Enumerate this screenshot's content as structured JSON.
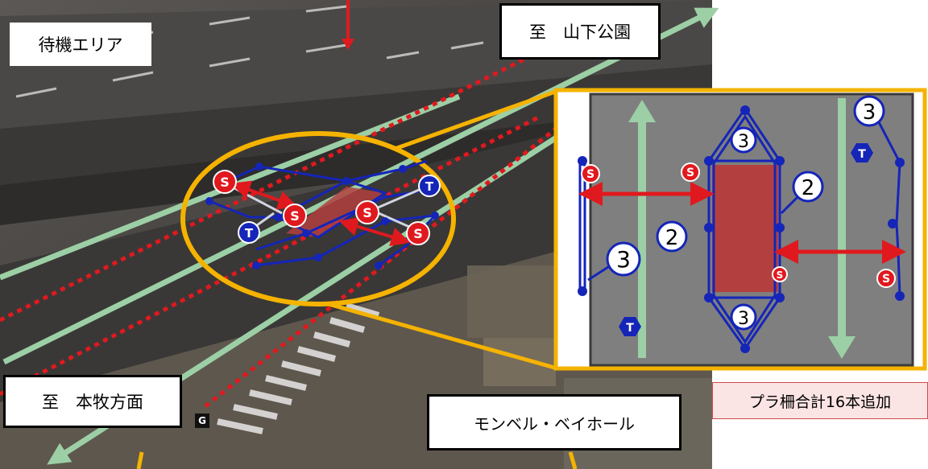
{
  "labels": {
    "waiting_area": "待機エリア",
    "to_yamashita_park": "至　山下公園",
    "to_honmoku": "至　本牧方面",
    "monbell_bayhall": "モンベル・ベイホール",
    "added_barriers": "プラ柵合計16本追加"
  },
  "markers": {
    "signal": "S",
    "t_marker": "T",
    "g_marker": "G",
    "count_3": "3",
    "count_2": "2"
  },
  "colors": {
    "callout_orange": "#f5b300",
    "dotted_route_red": "#e0191e",
    "barrier_blue": "#1525b8",
    "flow_arrow_green": "#9ccfa5",
    "restricted_zone": "#b3403f",
    "inset_road_gray": "#7f7f7f"
  },
  "icons": [
    "down-arrow-icon",
    "double-arrow-icon",
    "flow-arrow-icon",
    "hexagon-t-icon",
    "circle-s-icon",
    "circle-number-icon"
  ]
}
